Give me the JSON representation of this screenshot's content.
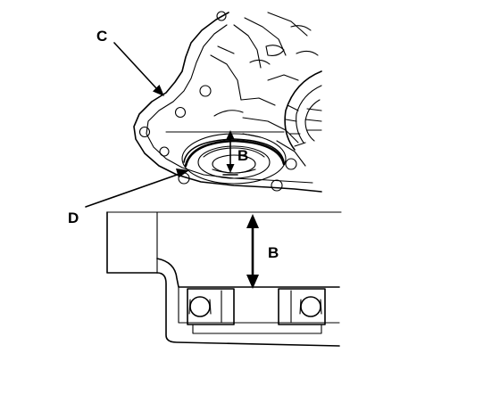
{
  "labels": {
    "housing": "C",
    "seal": "D",
    "dimension_top": "B",
    "dimension_bottom": "B"
  }
}
